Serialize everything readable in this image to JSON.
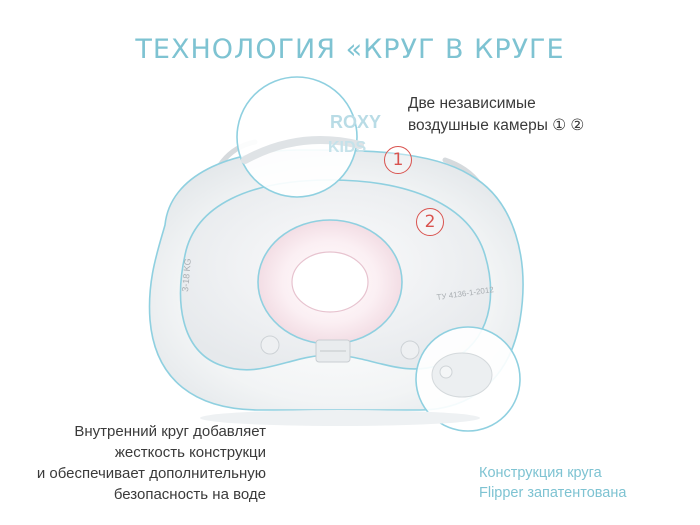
{
  "title": "ТЕХНОЛОГИЯ «КРУГ В КРУГЕ",
  "callouts": {
    "chambers_line1": "Две независимые",
    "chambers_line2": "воздушные камеры ① ②",
    "inner_ring_line1": "Внутренний круг добавляет",
    "inner_ring_line2": "жесткость конструкци",
    "inner_ring_line3": "и обеспечивает дополнительную",
    "inner_ring_line4": "безопасность на воде",
    "patent_line1": "Конструкция круга",
    "patent_line2": "Flipper запатентована"
  },
  "markers": {
    "outer_chamber": "1",
    "inner_chamber": "2"
  },
  "product_print": {
    "brand_line1": "ROXY",
    "brand_line2": "KIDS",
    "weight_label": "3-18 KG",
    "standard_label": "ТУ 4136-1-2012"
  },
  "colors": {
    "accent": "#7ec3d2",
    "marker": "#d9534f",
    "body_text": "#3a3a3a",
    "outline": "#8fd0e0"
  },
  "icons": [
    "magnifier-circle-top",
    "magnifier-circle-bottom",
    "neck-ring-product-image"
  ]
}
